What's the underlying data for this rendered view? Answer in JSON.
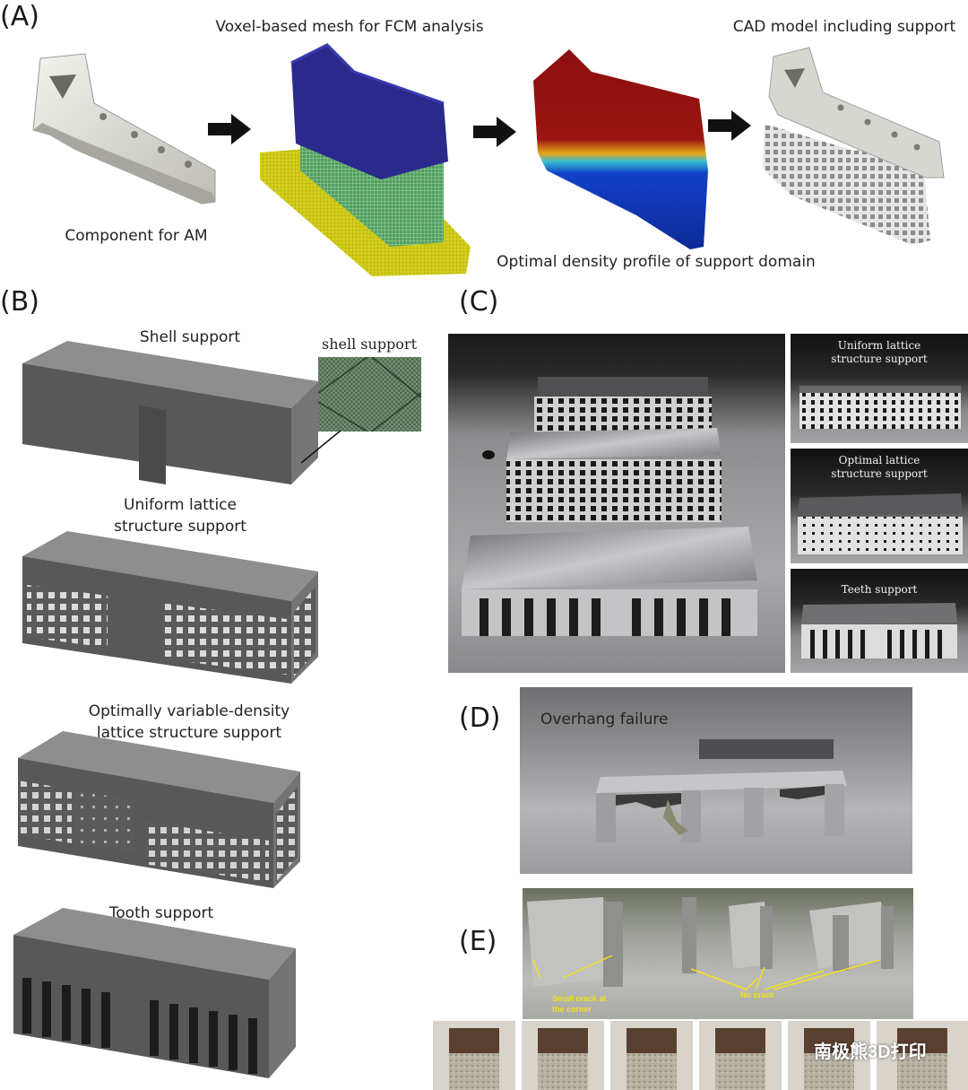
{
  "panel_a": {
    "label": "(A)",
    "step1_caption": "Component for AM",
    "step2_caption": "Voxel-based mesh for FCM analysis",
    "step3_caption": "Optimal density profile of support domain",
    "step4_caption": "CAD model including support"
  },
  "panel_b": {
    "label": "(B)",
    "shell_caption": "Shell support",
    "shell_inset_caption": "shell support",
    "uniform_caption_line1": "Uniform lattice",
    "uniform_caption_line2": "structure support",
    "optimal_caption_line1": "Optimally variable-density",
    "optimal_caption_line2": "lattice structure support",
    "tooth_caption": "Tooth support"
  },
  "panel_c": {
    "label": "(C)",
    "uniform_line1": "Uniform lattice",
    "uniform_line2": "structure support",
    "optimal_line1": "Optimal lattice",
    "optimal_line2": "structure support",
    "teeth": "Teeth support"
  },
  "panel_d": {
    "label": "(D)",
    "caption": "Overhang failure"
  },
  "panel_e": {
    "label": "(E)",
    "crack_note_line1": "Small crack at",
    "crack_note_line2": "the corner",
    "no_crack_note": "No crack"
  },
  "watermark": "南极熊3D打印",
  "colors": {
    "mesh_blue": "#2b2a8c",
    "mesh_yellow": "#d4cf1a",
    "density_red": "#8b1010",
    "density_blue": "#1240c8",
    "model_gray": "#5f5f5f",
    "annotation_yellow": "#f3e21a"
  }
}
